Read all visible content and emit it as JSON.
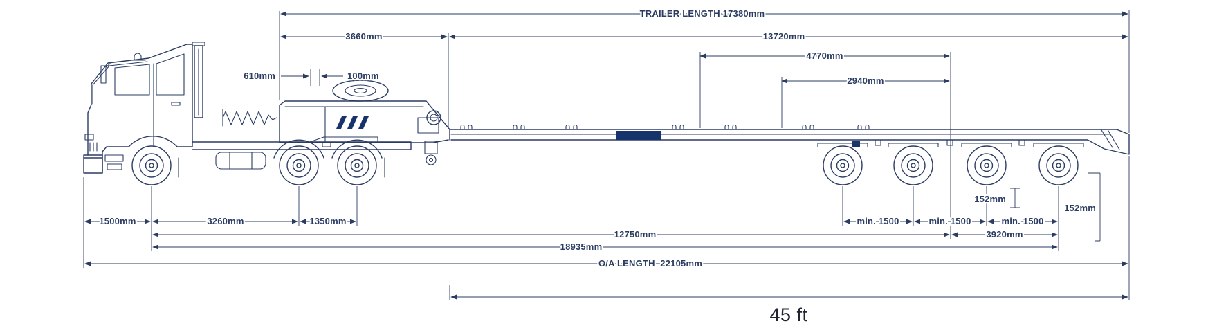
{
  "colors": {
    "line": "#2b3c63",
    "dark_fill": "#16346b",
    "feet_text": "#1f2430",
    "background": "#ffffff"
  },
  "dims_top": {
    "trailer_length": "TRAILER LENGTH 17380mm",
    "gooseneck_length": "3660mm",
    "deck_length": "13720mm",
    "rear_span": "4770mm",
    "bogie_span": "2940mm",
    "neck_offset": "610mm",
    "neck_gap": "100mm"
  },
  "dims_bottom": {
    "front_overhang": "1500mm",
    "cab_to_tandem": "3260mm",
    "tandem_spread": "1350mm",
    "axle_gap_1": "min. 1500",
    "axle_gap_2": "min. 1500",
    "axle_gap_3": "min. 1500",
    "deck_step_1": "152mm",
    "deck_step_2": "152mm",
    "kingpin_to_mid": "12750mm",
    "mid_to_rear": "3920mm",
    "kingpin_to_rear": "18935mm",
    "overall_length": "O/A LENGTH  22105mm",
    "deck_feet": "45 ft"
  }
}
